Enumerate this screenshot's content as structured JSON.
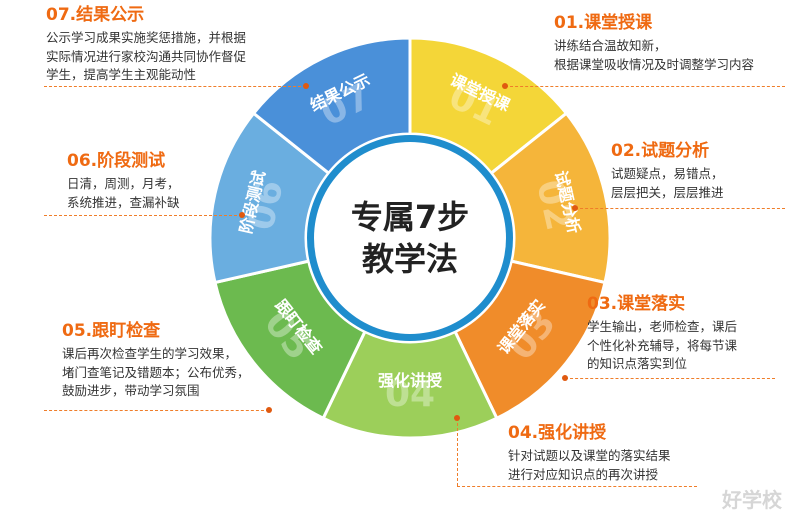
{
  "center": {
    "line1": "专属7步",
    "line2": "教学法"
  },
  "segments": [
    {
      "label": "课堂授课",
      "number": "01",
      "color": "#f4d638"
    },
    {
      "label": "试题分析",
      "number": "02",
      "color": "#f5b53a"
    },
    {
      "label": "课堂落实",
      "number": "03",
      "color": "#f08c2a"
    },
    {
      "label": "强化讲授",
      "number": "04",
      "color": "#9ccf5a"
    },
    {
      "label": "跟盯检查",
      "number": "05",
      "color": "#6cba4f"
    },
    {
      "label": "阶段测试",
      "number": "06",
      "color": "#6aaee0"
    },
    {
      "label": "结果公示",
      "number": "07",
      "color": "#4a90d9"
    }
  ],
  "notes": {
    "n01": {
      "title": "01.课堂授课",
      "lines": [
        "讲练结合温故知新，",
        "根据课堂吸收情况及时调整学习内容"
      ]
    },
    "n02": {
      "title": "02.试题分析",
      "lines": [
        "试题疑点，易错点，",
        "层层把关，层层推进"
      ]
    },
    "n03": {
      "title": "03.课堂落实",
      "lines": [
        "学生输出，老师检查，课后",
        "个性化补充辅导，将每节课",
        "的知识点落实到位"
      ]
    },
    "n04": {
      "title": "04.强化讲授",
      "lines": [
        "针对试题以及课堂的落实结果",
        "进行对应知识点的再次讲授"
      ]
    },
    "n05": {
      "title": "05.跟盯检查",
      "lines": [
        "课后再次检查学生的学习效果，",
        "堵门查笔记及错题本；公布优秀，",
        "鼓励进步，带动学习氛围"
      ]
    },
    "n06": {
      "title": "06.阶段测试",
      "lines": [
        "日清，周测，月考，",
        "系统推进，查漏补缺"
      ]
    },
    "n07": {
      "title": "07.结果公示",
      "lines": [
        "公示学习成果实施奖惩措施，并根据",
        "实际情况进行家校沟通共同协作督促",
        "学生，提高学生主观能动性"
      ]
    }
  },
  "watermark": "好学校"
}
